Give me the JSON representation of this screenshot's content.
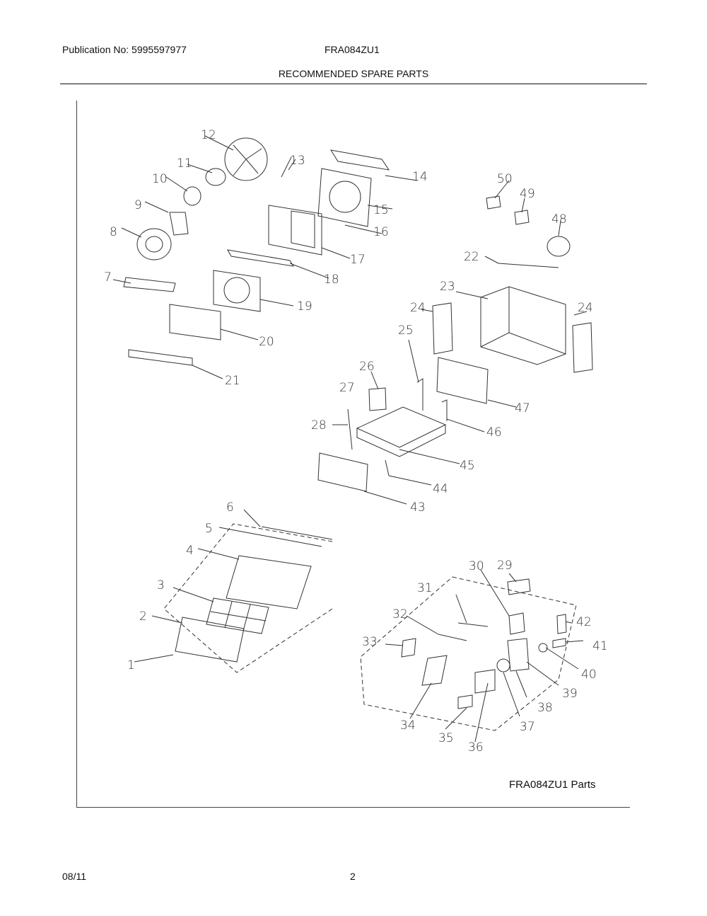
{
  "header": {
    "publication": "Publication No: 5995597977",
    "model": "FRA084ZU1",
    "title": "RECOMMENDED SPARE PARTS"
  },
  "diagram": {
    "caption": "FRA084ZU1 Parts",
    "callouts": [
      "1",
      "2",
      "3",
      "4",
      "5",
      "6",
      "7",
      "8",
      "9",
      "10",
      "11",
      "12",
      "13",
      "14",
      "15",
      "16",
      "17",
      "18",
      "19",
      "20",
      "21",
      "22",
      "23",
      "24",
      "24",
      "25",
      "26",
      "27",
      "28",
      "29",
      "30",
      "31",
      "32",
      "33",
      "34",
      "35",
      "36",
      "37",
      "38",
      "39",
      "40",
      "41",
      "42",
      "43",
      "44",
      "45",
      "46",
      "47",
      "48",
      "49",
      "50"
    ]
  },
  "footer": {
    "date": "08/11",
    "page": "2"
  }
}
